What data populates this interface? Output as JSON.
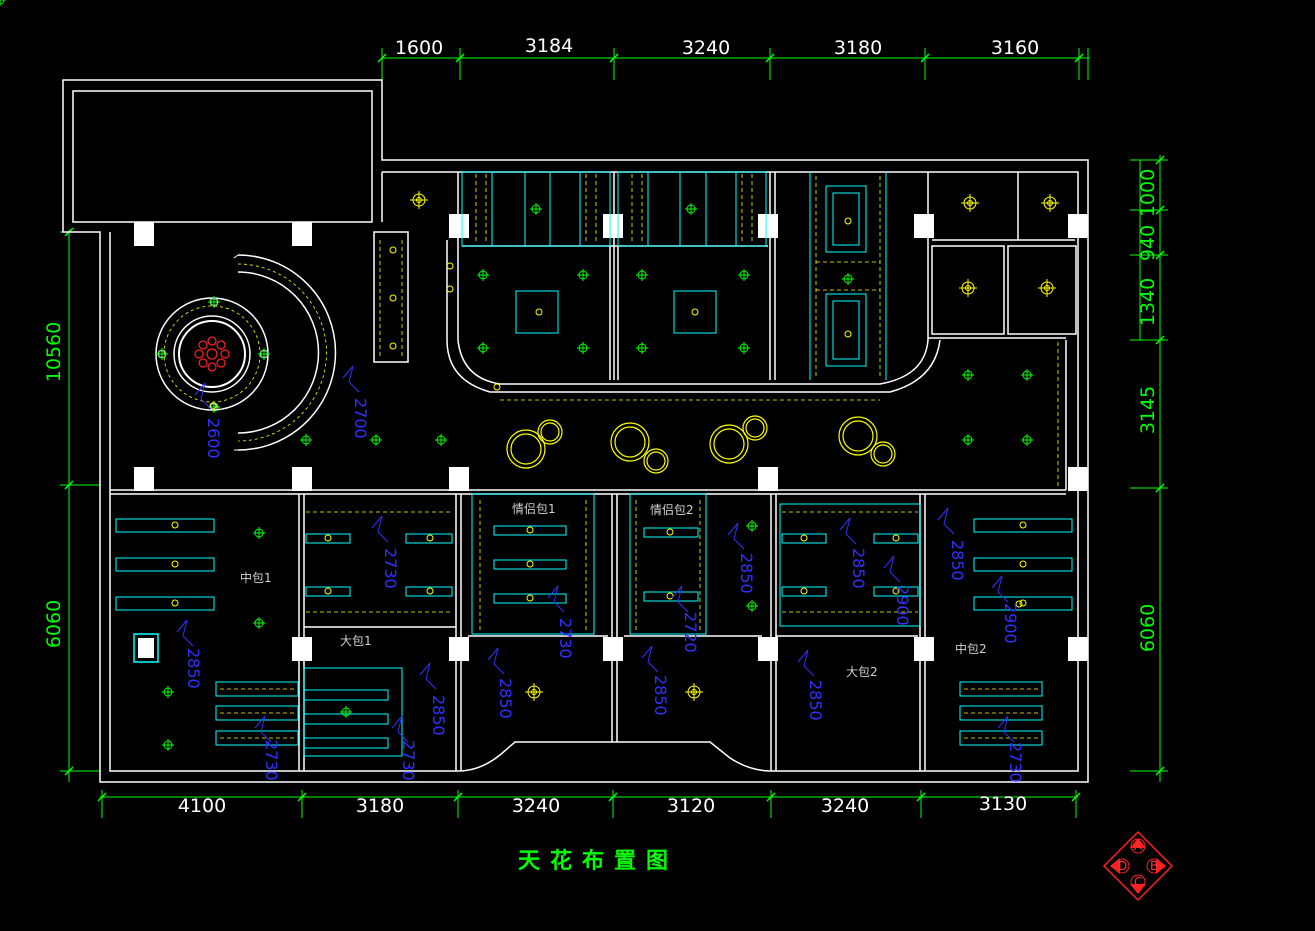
{
  "drawing": {
    "title": "天花布置图",
    "top_dimensions": [
      "1600",
      "3184",
      "3240",
      "3180",
      "3160"
    ],
    "bottom_dimensions": [
      "4100",
      "3180",
      "3240",
      "3120",
      "3240",
      "3130"
    ],
    "left_dimensions": [
      "10560",
      "6060"
    ],
    "right_dimensions": [
      "1000",
      "940",
      "1340",
      "3145",
      "6060"
    ],
    "rooms": {
      "medium_room_1": "中包1",
      "large_room_1": "大包1",
      "couple_room_1": "情侣包1",
      "couple_room_2": "情侣包2",
      "large_room_2": "大包2",
      "medium_room_2": "中包2"
    },
    "ceiling_heights": {
      "h_2600": "2600",
      "h_2700": "2700",
      "h_2850": "2850",
      "h_2730": "2730",
      "h_2720": "2720",
      "h_2900": "2900"
    },
    "compass": [
      "A",
      "B",
      "C",
      "D"
    ]
  },
  "colors": {
    "background": "#000000",
    "wall": "#ffffff",
    "dimension": "#00ff00",
    "ceiling_fixture": "#00ffff",
    "light": "#ffff00",
    "height_label": "#3030ff",
    "compass": "#ff3030"
  }
}
